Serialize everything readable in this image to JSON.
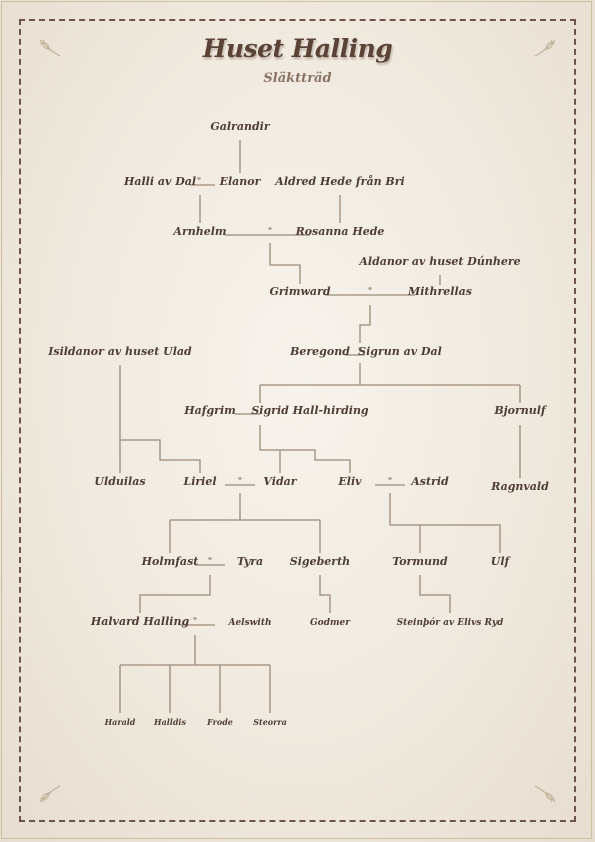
{
  "title": "Huset Halling",
  "subtitle": "Släktträd",
  "marriage_symbol": "⚭",
  "colors": {
    "background": "#efe8dd",
    "text": "#4e3d34",
    "lines": "#9b8a78",
    "border": "#6e5448"
  },
  "people": {
    "galrandir": "Galrandir",
    "halli": "Halli av Dal",
    "elanor": "Elanor",
    "aldred": "Aldred Hede från Bri",
    "arnhelm": "Arnhelm",
    "rosanna": "Rosanna Hede",
    "aldanor": "Aldanor av huset Dúnhere",
    "grimward": "Grimward",
    "mithrellas": "Mithrellas",
    "isildanor": "Isildanor av huset Ulad",
    "beregond": "Beregond",
    "sigrun": "Sigrun av Dal",
    "hafgrim": "Hafgrim",
    "sigrid": "Sigrid Hall-hirding",
    "bjornulf": "Bjornulf",
    "ulduilas": "Ulduilas",
    "liriel": "Liriel",
    "vidar": "Vidar",
    "eliv": "Eliv",
    "astrid": "Astrid",
    "ragnvald": "Ragnvald",
    "holmfast": "Holmfast",
    "tyra": "Tyra",
    "sigeberth": "Sigeberth",
    "tormund": "Tormund",
    "ulf": "Ulf",
    "halvard": "Halvard Halling",
    "aelswith": "Aelswith",
    "godmer": "Godmer",
    "steinthor": "Steinþór av Elivs Ryd",
    "harald": "Harald",
    "halldis": "Halldis",
    "frode": "Frode",
    "steorra": "Steorra"
  }
}
